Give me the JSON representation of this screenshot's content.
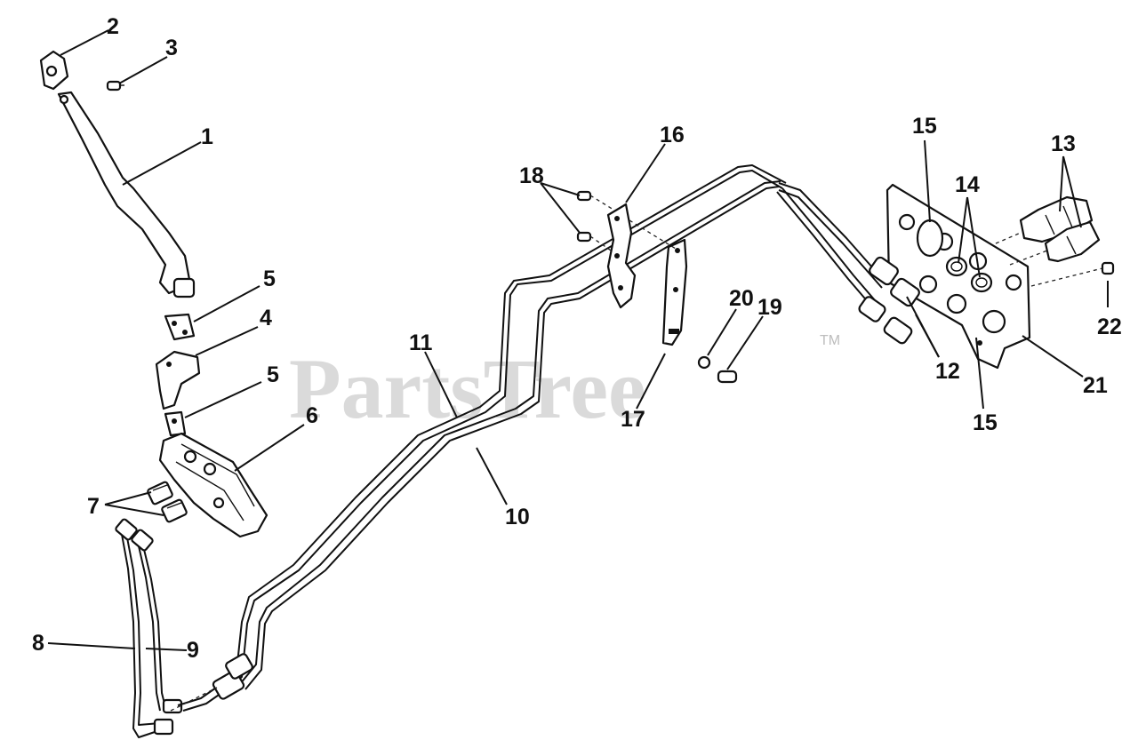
{
  "watermark": {
    "text": "PartsTree",
    "trademark": "TM"
  },
  "callouts": {
    "c1": "1",
    "c2": "2",
    "c3": "3",
    "c4": "4",
    "c5a": "5",
    "c5b": "5",
    "c6": "6",
    "c7": "7",
    "c8": "8",
    "c9": "9",
    "c10": "10",
    "c11": "11",
    "c12": "12",
    "c13": "13",
    "c14": "14",
    "c15a": "15",
    "c15b": "15",
    "c16": "16",
    "c17": "17",
    "c18": "18",
    "c19": "19",
    "c20": "20",
    "c21": "21",
    "c22": "22"
  }
}
